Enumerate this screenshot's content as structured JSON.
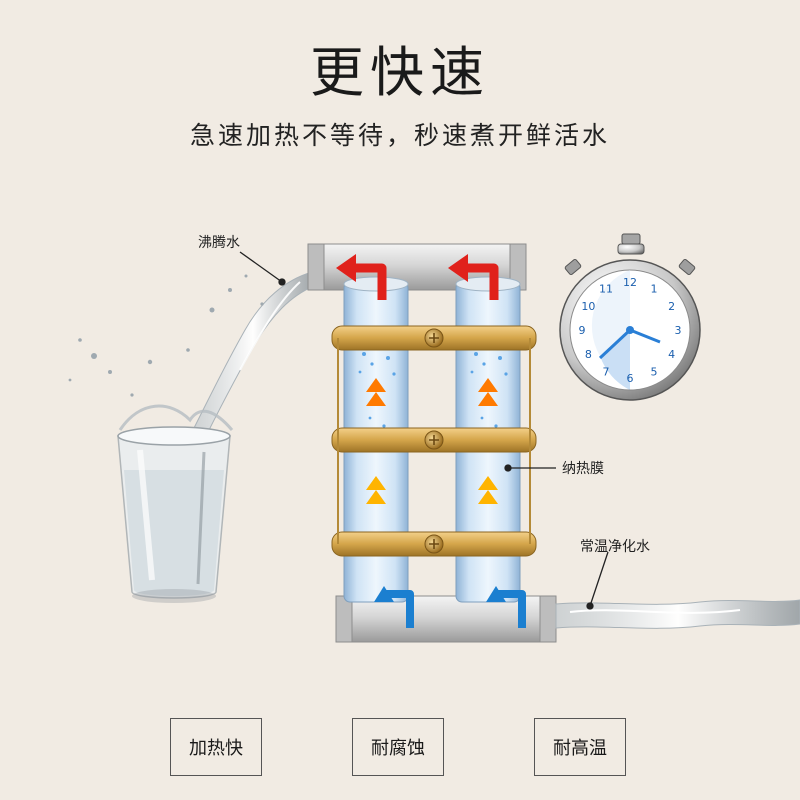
{
  "header": {
    "title": "更快速",
    "subtitle": "急速加热不等待，秒速煮开鲜活水"
  },
  "callouts": {
    "boiling_water": "沸腾水",
    "nano_film": "纳热膜",
    "room_temp_water": "常温净化水"
  },
  "features": [
    {
      "label": "加热快"
    },
    {
      "label": "耐腐蚀"
    },
    {
      "label": "耐高温"
    }
  ],
  "stopwatch": {
    "numbers": [
      "12",
      "1",
      "2",
      "3",
      "4",
      "5",
      "6",
      "7",
      "8",
      "9",
      "10",
      "11"
    ]
  },
  "colors": {
    "background": "#f1ebe3",
    "hot_arrow": "#e0211b",
    "cold_arrow": "#1b7fd0",
    "heat_chevron": "#ff8a00",
    "brass_clamp": "#d4a54a",
    "dial_blue": "#2a7fd6"
  }
}
